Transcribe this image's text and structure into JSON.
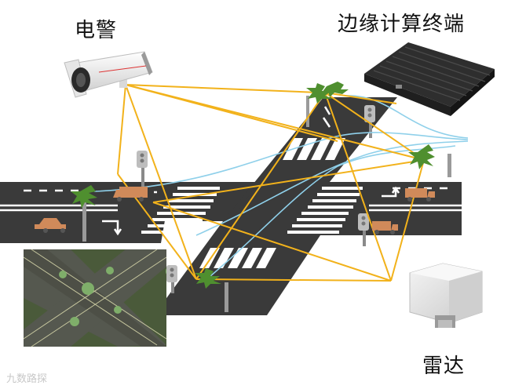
{
  "labels": {
    "camera": "电警",
    "edge_terminal": "边缘计算终端",
    "radar": "雷达"
  },
  "watermark": "九数路探",
  "colors": {
    "link_line": "#f2b21b",
    "radar_beam": "#8fd0ea",
    "road": "#3a3a3a",
    "lane_marking": "#ffffff",
    "vehicle": "#d08a5a",
    "turn_arrow_road": "#3b3b3b",
    "tree": "#4f8f2f"
  },
  "icons": [
    "camera-icon",
    "edge-terminal-icon",
    "radar-icon",
    "traffic-light-icon",
    "car-icon",
    "truck-icon",
    "tree-icon",
    "turn-arrow-icon"
  ]
}
